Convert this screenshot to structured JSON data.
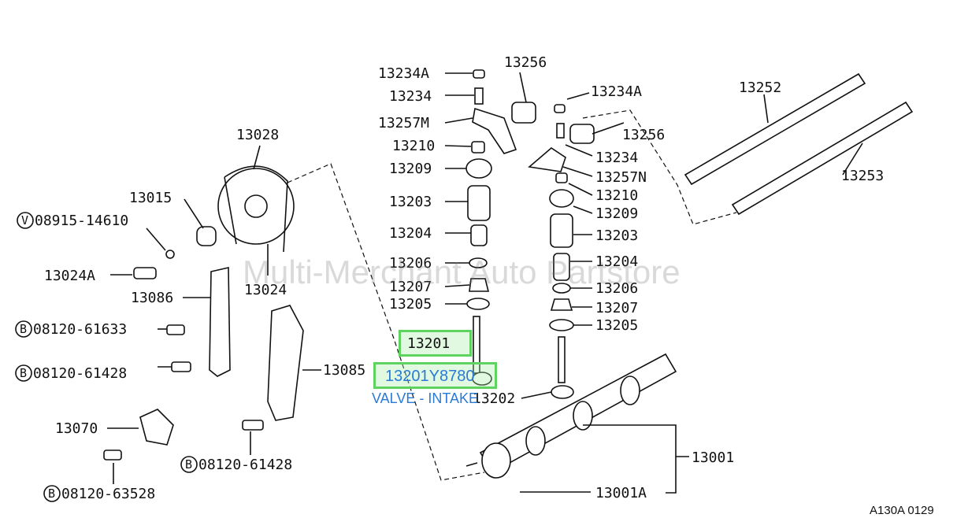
{
  "labels": {
    "l13234A_top": "13234A",
    "l13256_top": "13256",
    "l13234_left": "13234",
    "l13257M": "13257M",
    "l13210_left": "13210",
    "l13209_left": "13209",
    "l13203_left": "13203",
    "l13204_left": "13204",
    "l13206_left": "13206",
    "l13207_left": "13207",
    "l13205_left": "13205",
    "l13234A_right": "13234A",
    "l13256_right": "13256",
    "l13234_right": "13234",
    "l13257N": "13257N",
    "l13210_right": "13210",
    "l13209_right": "13209",
    "l13203_right": "13203",
    "l13204_right": "13204",
    "l13206_right": "13206",
    "l13207_right": "13207",
    "l13205_right": "13205",
    "l13202": "13202",
    "l13252": "13252",
    "l13253": "13253",
    "l13028": "13028",
    "l13015": "13015",
    "l13024A": "13024A",
    "l13024": "13024",
    "l13086": "13086",
    "l13085": "13085",
    "l13070": "13070",
    "l13001": "13001",
    "l13001A": "13001A"
  },
  "bolts": {
    "v1_prefix": "V",
    "v1_code": "08915-14610",
    "b1_prefix": "B",
    "b1_code": "08120-61633",
    "b2_prefix": "B",
    "b2_code": "08120-61428",
    "b3_prefix": "B",
    "b3_code": "08120-61428",
    "b4_prefix": "B",
    "b4_code": "08120-63528"
  },
  "highlights": {
    "part_13201": "13201",
    "part_number": "13201Y8780",
    "description": "VALVE - INTAKE"
  },
  "watermark": "Multi-Merchant Auto Partstore",
  "reference": "A130A 0129",
  "colors": {
    "highlight_border": "#5fd35f",
    "highlight_fill": "#aaebaa",
    "description_text": "#2a7bd6",
    "watermark_text": "#787878"
  }
}
